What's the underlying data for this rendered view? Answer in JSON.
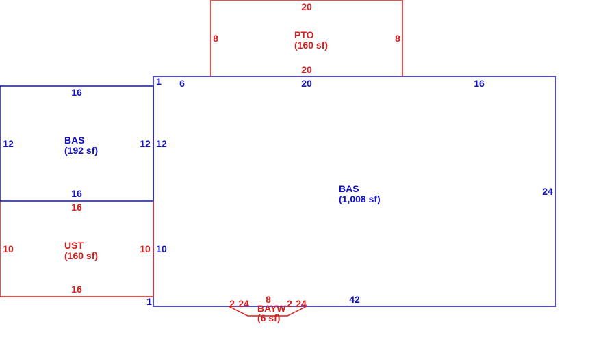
{
  "colors": {
    "living": "#1010c8",
    "other": "#d81c1c"
  },
  "areas": {
    "main_bas": {
      "code": "BAS",
      "area": "(1,008 sf)"
    },
    "side_bas": {
      "code": "BAS",
      "area": "(192 sf)"
    },
    "ust": {
      "code": "UST",
      "area": "(160 sf)"
    },
    "pto": {
      "code": "PTO",
      "area": "(160 sf)"
    },
    "bayw": {
      "code": "BAYW",
      "area": "(6 sf)"
    }
  },
  "dimensions": {
    "pto": {
      "top": "20",
      "bottom": "20",
      "left": "8",
      "right": "8"
    },
    "side_bas": {
      "top": "16",
      "bottom": "16",
      "left": "12",
      "right": "12"
    },
    "ust": {
      "top": "16",
      "bottom": "16",
      "left": "10",
      "right": "10"
    },
    "main_bas": {
      "top_left_step": "1",
      "top_seg_1": "6",
      "top_seg_2": "20",
      "top_seg_3": "16",
      "left_upper": "12",
      "left_lower": "10",
      "right": "24",
      "bottom_left_step": "1",
      "bottom": "42"
    },
    "bayw": {
      "left_diag": "2",
      "left_side": "24",
      "top": "8",
      "right_diag": "2",
      "right_side": "24"
    }
  }
}
